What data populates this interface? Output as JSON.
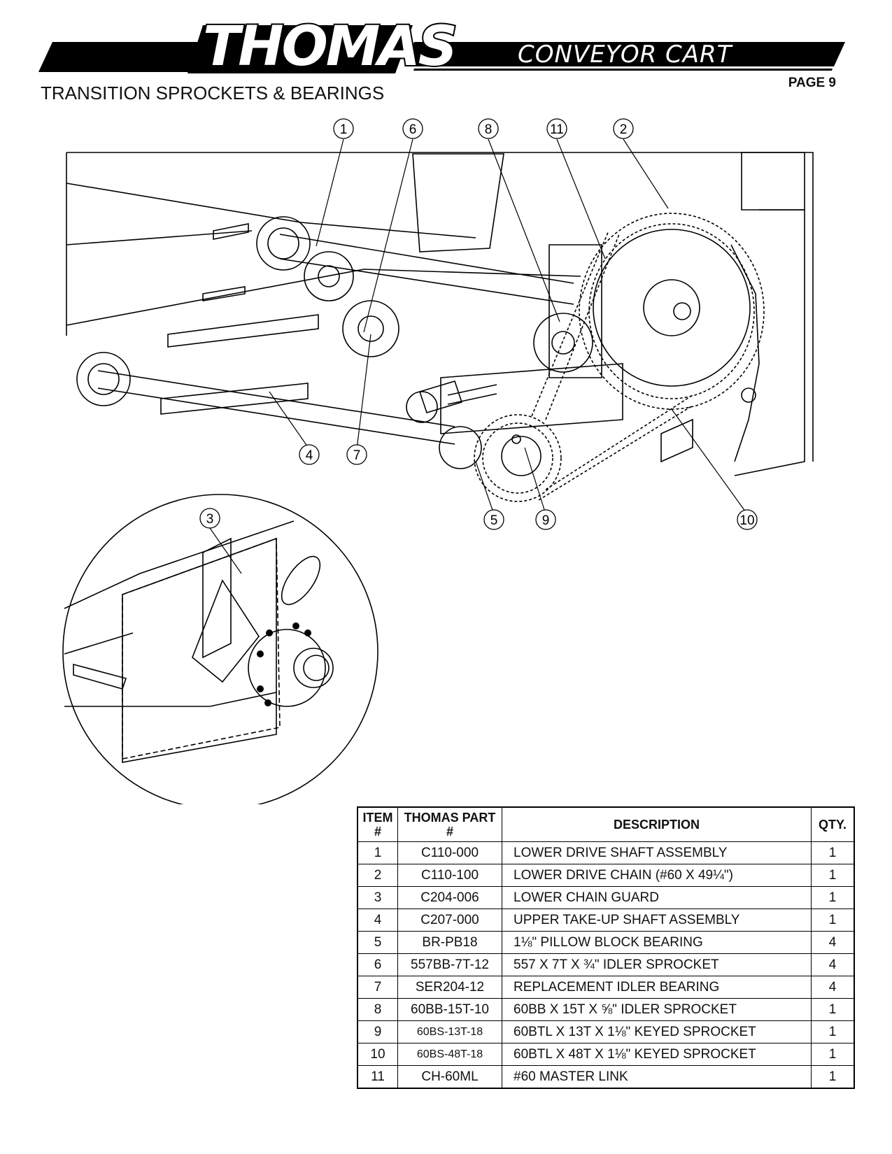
{
  "header": {
    "brand": "THOMAS",
    "product": "CONVEYOR CART",
    "page_label": "PAGE 9",
    "section_title": "TRANSITION SPROCKETS & BEARINGS"
  },
  "callouts": [
    "1",
    "6",
    "8",
    "11",
    "2",
    "4",
    "7",
    "5",
    "9",
    "10",
    "3"
  ],
  "bom": {
    "headers": {
      "item": "ITEM #",
      "part": "THOMAS PART #",
      "description": "DESCRIPTION",
      "qty": "QTY."
    },
    "rows": [
      {
        "item": "1",
        "part": "C110-000",
        "description": "LOWER DRIVE SHAFT ASSEMBLY",
        "qty": "1"
      },
      {
        "item": "2",
        "part": "C110-100",
        "description": "LOWER DRIVE CHAIN (#60 X 49¼\")",
        "qty": "1"
      },
      {
        "item": "3",
        "part": "C204-006",
        "description": "LOWER CHAIN GUARD",
        "qty": "1"
      },
      {
        "item": "4",
        "part": "C207-000",
        "description": "UPPER TAKE-UP SHAFT ASSEMBLY",
        "qty": "1"
      },
      {
        "item": "5",
        "part": "BR-PB18",
        "description": "1⅛\" PILLOW BLOCK BEARING",
        "qty": "4"
      },
      {
        "item": "6",
        "part": "557BB-7T-12",
        "description": "557 X 7T X ¾\" IDLER SPROCKET",
        "qty": "4"
      },
      {
        "item": "7",
        "part": "SER204-12",
        "description": "REPLACEMENT IDLER BEARING",
        "qty": "4"
      },
      {
        "item": "8",
        "part": "60BB-15T-10",
        "description": "60BB X 15T X ⅝\" IDLER SPROCKET",
        "qty": "1"
      },
      {
        "item": "9",
        "part": "60BS-13T-18",
        "description": "60BTL X 13T X 1⅛\" KEYED SPROCKET",
        "qty": "1"
      },
      {
        "item": "10",
        "part": "60BS-48T-18",
        "description": "60BTL X 48T X 1⅛\" KEYED SPROCKET",
        "qty": "1"
      },
      {
        "item": "11",
        "part": "CH-60ML",
        "description": "#60 MASTER LINK",
        "qty": "1"
      }
    ]
  }
}
